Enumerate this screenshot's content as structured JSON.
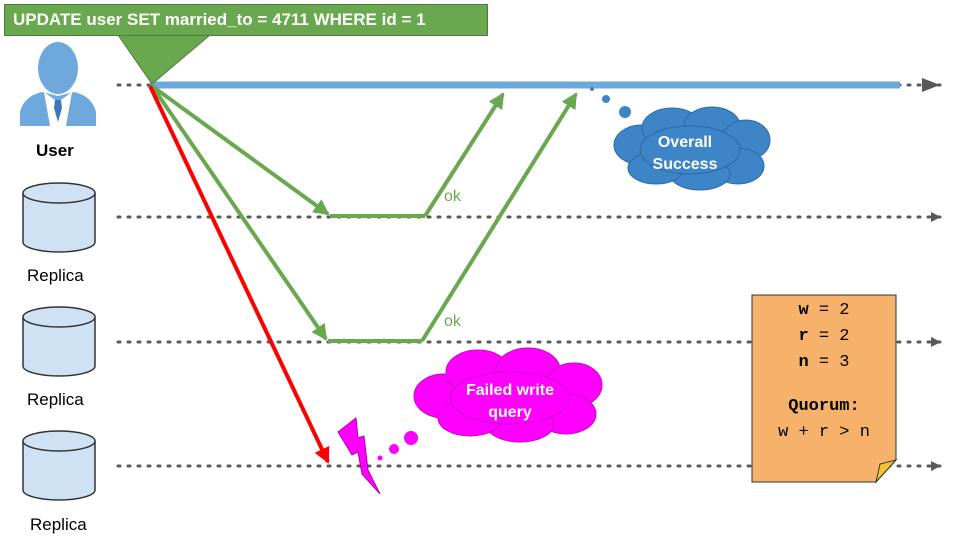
{
  "query": "UPDATE user SET married_to = 4711 WHERE id = 1",
  "participants": {
    "user": "User",
    "replica_1": "Replica",
    "replica_2": "Replica",
    "replica_3": "Replica"
  },
  "acks": {
    "replica_1": "ok",
    "replica_2": "ok"
  },
  "clouds": {
    "success": [
      "Overall",
      "Success"
    ],
    "failure": [
      "Failed write",
      "query"
    ]
  },
  "note": {
    "w": "w = 2",
    "r": "r = 2",
    "n": "n = 3",
    "quorum_title": "Quorum:",
    "quorum_rule": "w + r > n"
  },
  "colors": {
    "user_line": "#6fa8dc",
    "write_ok": "#6aa84f",
    "write_failed": "#ff0000",
    "success_cloud": "#3d85c6",
    "failure_cloud": "#ff00ff",
    "note": "#f6b26b"
  }
}
